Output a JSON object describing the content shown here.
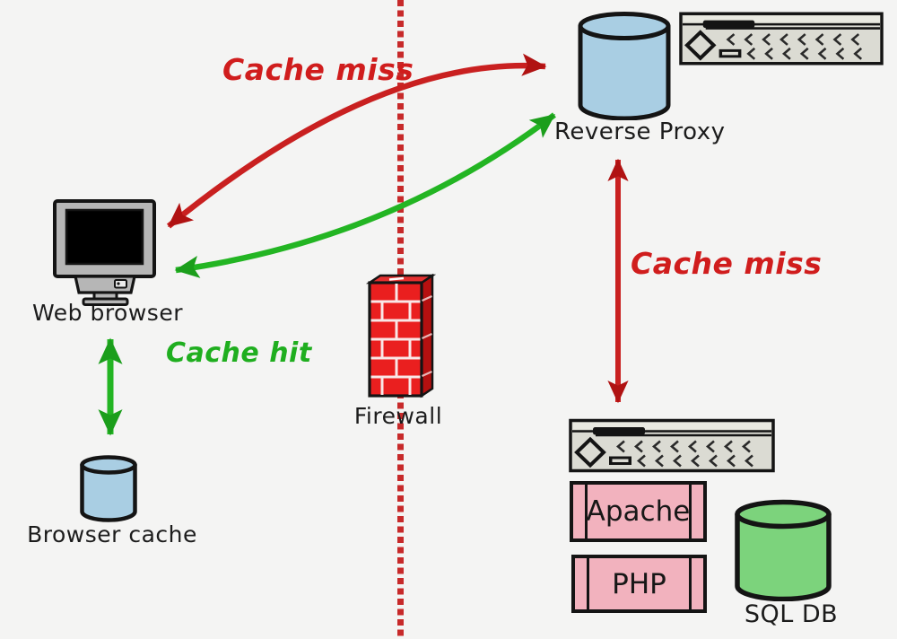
{
  "diagram": {
    "type": "architecture-diagram",
    "topic": "reverse proxy web caching",
    "colors": {
      "background": "#f4f4f3",
      "cache_miss_red": "#c92020",
      "cache_hit_green": "#23b523",
      "boundary_dotted_red": "#c72a2a",
      "cache_cylinder_blue": "#a9cee3",
      "db_cylinder_green": "#7cd37c",
      "service_box_pink": "#f2b2be",
      "firewall_brick_red": "#ea1f1f",
      "rack_server_gray": "#dbdbd3"
    },
    "nodes": {
      "web_browser": {
        "label": "Web browser",
        "icon": "crt-monitor-icon"
      },
      "browser_cache": {
        "label": "Browser cache",
        "icon": "database-cylinder-icon"
      },
      "firewall": {
        "label": "Firewall",
        "icon": "brick-wall-icon"
      },
      "reverse_proxy": {
        "label": "Reverse Proxy",
        "icon": "database-cylinder-icon"
      },
      "proxy_hardware": {
        "icon": "rack-server-icon"
      },
      "web_server": {
        "icon": "rack-server-icon"
      },
      "apache": {
        "label": "Apache"
      },
      "php": {
        "label": "PHP"
      },
      "sql_db": {
        "label": "SQL DB",
        "icon": "database-cylinder-icon"
      }
    },
    "edges": {
      "cache_miss_browser_proxy": {
        "label": "Cache miss",
        "color": "#c92020",
        "style": "curved-double-arrow"
      },
      "cache_hit_proxy_browser": {
        "label": "Cache hit",
        "color": "#23b523",
        "style": "curved-double-arrow"
      },
      "cache_miss_proxy_server": {
        "label": "Cache miss",
        "color": "#c92020",
        "style": "vertical-double-arrow"
      },
      "browser_to_browser_cache": {
        "color": "#23b523",
        "style": "vertical-double-arrow"
      }
    }
  }
}
